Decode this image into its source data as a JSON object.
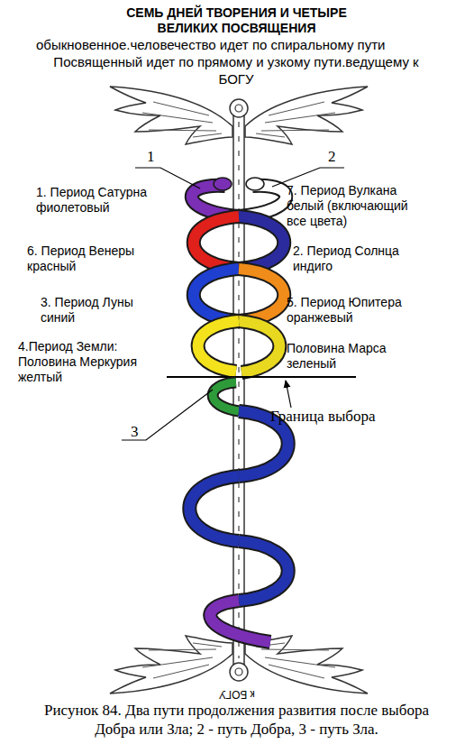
{
  "diagram": {
    "title": "СЕМЬ ДНЕЙ ТВОРЕНИЯ И ЧЕТЫРЕ ВЕЛИКИХ ПОСВЯЩЕНИЯ",
    "caption": "Рисунок 84. Два пути продолжения развития после выбора Добра или Зла; 2 - путь Добра, 3 - путь Зла.",
    "labels": [
      "обыкновенное.человечество идет по спиральному пути",
      "Посвященный идет по прямому и узкому пути.ведущему к БОГУ",
      "1",
      "2",
      "1. Период Сатурна фиолетовый",
      "7. Период Вулкана белый (включающий все цвета)",
      "6. Период Венеры красный",
      "2. Период Солнца индиго",
      "3. Период Луны синий",
      "5. Период Юпитера оранжевый",
      "4.Период Земли: Половина Меркурия желтый",
      "Половина Марса зеленый",
      "Граница выбора",
      "3",
      "к БОГУ"
    ]
  }
}
